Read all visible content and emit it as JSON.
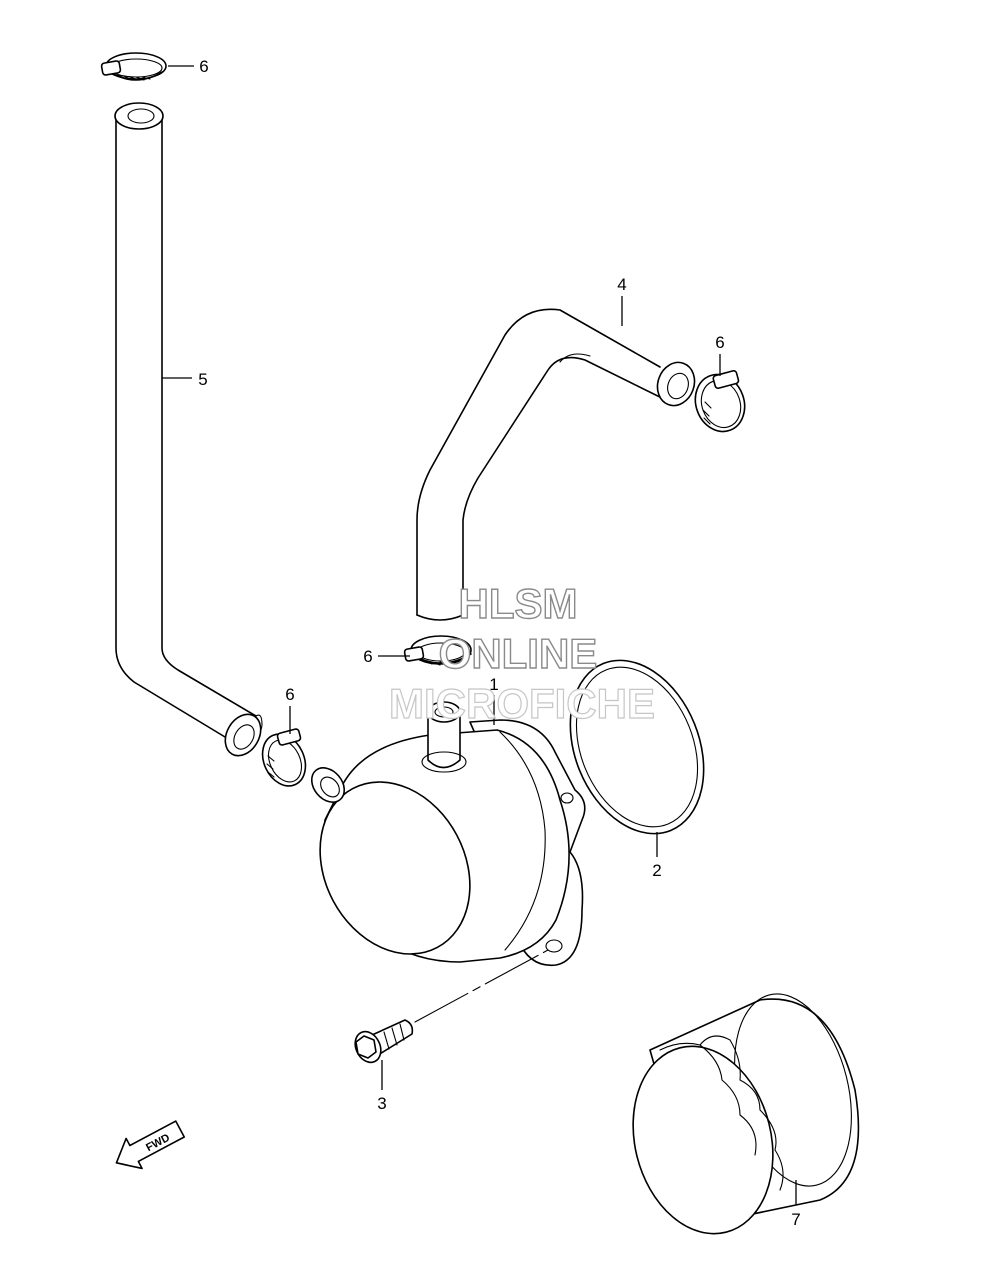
{
  "callouts": {
    "c1": "1",
    "c2": "2",
    "c3": "3",
    "c4": "4",
    "c5": "5",
    "c6a": "6",
    "c6b": "6",
    "c6c": "6",
    "c6d": "6",
    "c7": "7"
  },
  "watermark": {
    "line1": "HLSM",
    "line2": "ONLINE",
    "line3": "MICROFICHE"
  },
  "direction_arrow": {
    "label": "FWD"
  }
}
